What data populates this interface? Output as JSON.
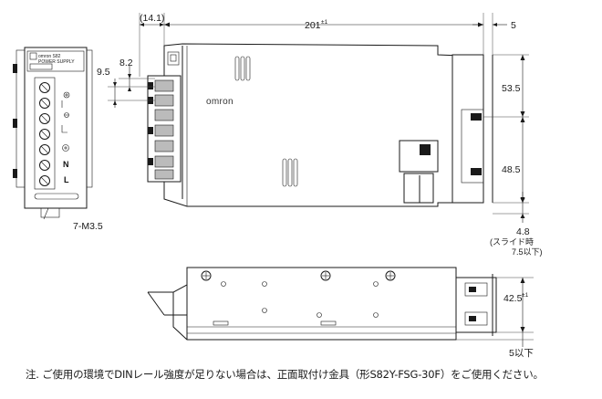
{
  "dimensions": {
    "depth_front": "(14.1)",
    "length_main": "201",
    "length_main_tol": "±1",
    "right_gap": "5",
    "terminal_height": "8.2",
    "terminal_pitch": "9.5",
    "upper_height": "53.5",
    "lower_height": "48.5",
    "slide_value": "4.8",
    "slide_note_1": "(スライド時",
    "slide_note_2": "7.5以下)",
    "width_value": "42.5",
    "width_tol": "±1",
    "bottom_gap": "5以下"
  },
  "labels": {
    "screw_spec": "7-M3.5",
    "brand_logo": "omron",
    "front_brand": "omron S82",
    "front_sub": "POWER SUPPLY",
    "terminal_n": "N",
    "terminal_l": "L"
  },
  "note": "注. ご使用の環境でDINレール強度が足りない場合は、正面取付け金具（形S82Y-FSG-30F）をご使用ください。"
}
